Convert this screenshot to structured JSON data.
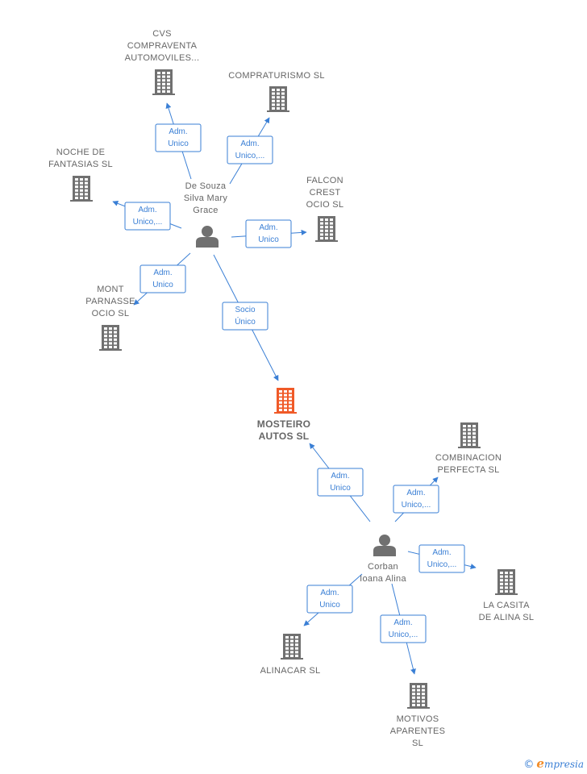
{
  "colors": {
    "company": "#707070",
    "main_company": "#f05a28",
    "person": "#707070",
    "edge": "#3a7fd5"
  },
  "nodes": [
    {
      "id": "cvs",
      "type": "company",
      "label": [
        "CVS",
        "COMPRAVENTA",
        "AUTOMOVILES..."
      ]
    },
    {
      "id": "compraturismo",
      "type": "company",
      "label": [
        "COMPRATURISMO SL"
      ]
    },
    {
      "id": "noche",
      "type": "company",
      "label": [
        "NOCHE DE",
        "FANTASIAS  SL"
      ]
    },
    {
      "id": "falcon",
      "type": "company",
      "label": [
        "FALCON",
        "CREST",
        "OCIO SL"
      ]
    },
    {
      "id": "desouza",
      "type": "person",
      "label": [
        "De Souza",
        "Silva Mary",
        "Grace"
      ]
    },
    {
      "id": "mont",
      "type": "company",
      "label": [
        "MONT",
        "PARNASSE",
        "OCIO SL"
      ]
    },
    {
      "id": "mosteiro",
      "type": "main",
      "label": [
        "MOSTEIRO",
        "AUTOS  SL"
      ]
    },
    {
      "id": "combinacion",
      "type": "company",
      "label": [
        "COMBINACION",
        "PERFECTA  SL"
      ]
    },
    {
      "id": "corban",
      "type": "person",
      "label": [
        "Corban",
        "Ioana Alina"
      ]
    },
    {
      "id": "lacasita",
      "type": "company",
      "label": [
        "LA CASITA",
        "DE ALINA  SL"
      ]
    },
    {
      "id": "alinacar",
      "type": "company",
      "label": [
        "ALINACAR  SL"
      ]
    },
    {
      "id": "motivos",
      "type": "company",
      "label": [
        "MOTIVOS",
        "APARENTES",
        "SL"
      ]
    }
  ],
  "edges": [
    {
      "from": "desouza",
      "to": "cvs",
      "label": [
        "Adm.",
        "Unico"
      ]
    },
    {
      "from": "desouza",
      "to": "compraturismo",
      "label": [
        "Adm.",
        "Unico,..."
      ]
    },
    {
      "from": "desouza",
      "to": "noche",
      "label": [
        "Adm.",
        "Unico,..."
      ]
    },
    {
      "from": "desouza",
      "to": "falcon",
      "label": [
        "Adm.",
        "Unico"
      ]
    },
    {
      "from": "desouza",
      "to": "mont",
      "label": [
        "Adm.",
        "Unico"
      ]
    },
    {
      "from": "desouza",
      "to": "mosteiro",
      "label": [
        "Socio",
        "Único"
      ]
    },
    {
      "from": "corban",
      "to": "mosteiro",
      "label": [
        "Adm.",
        "Unico"
      ]
    },
    {
      "from": "corban",
      "to": "combinacion",
      "label": [
        "Adm.",
        "Unico,..."
      ]
    },
    {
      "from": "corban",
      "to": "lacasita",
      "label": [
        "Adm.",
        "Unico,..."
      ]
    },
    {
      "from": "corban",
      "to": "alinacar",
      "label": [
        "Adm.",
        "Unico"
      ]
    },
    {
      "from": "corban",
      "to": "motivos",
      "label": [
        "Adm.",
        "Unico,..."
      ]
    }
  ],
  "footer": {
    "copyright_symbol": "©",
    "brand_initial": "e",
    "brand_rest": "mpresia"
  }
}
